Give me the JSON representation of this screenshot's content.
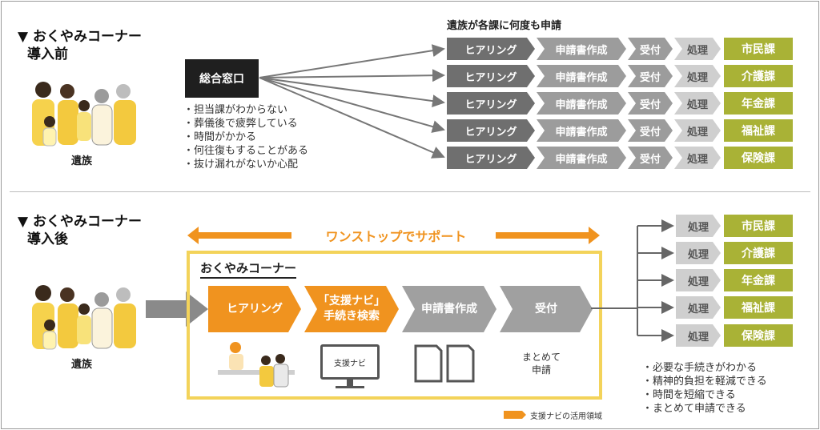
{
  "before": {
    "title_line1": "▼ おくやみコーナー",
    "title_line2": "導入前",
    "family_label": "遺族",
    "window_label": "総合窓口",
    "note": "遺族が各課に何度も申請",
    "issues": [
      "担当課がわからない",
      "葬儀後で疲弊している",
      "時間がかかる",
      "何往復もすることがある",
      "抜け漏れがないか心配"
    ],
    "steps": [
      "ヒアリング",
      "申請書作成",
      "受付",
      "処理"
    ],
    "departments": [
      "市民課",
      "介護課",
      "年金課",
      "福祉課",
      "保険課"
    ]
  },
  "after": {
    "title_line1": "▼ おくやみコーナー",
    "title_line2": "導入後",
    "family_label": "遺族",
    "one_stop": "ワンストップでサポート",
    "corner_title": "おくやみコーナー",
    "steps": [
      {
        "line1": "ヒアリング",
        "line2": ""
      },
      {
        "line1": "「支援ナビ」",
        "line2": "手続き検索"
      },
      {
        "line1": "申請書作成",
        "line2": ""
      },
      {
        "line1": "受付",
        "line2": ""
      }
    ],
    "monitor_label": "支援ナビ",
    "summary_line1": "まとめて",
    "summary_line2": "申請",
    "process_label": "処理",
    "departments": [
      "市民課",
      "介護課",
      "年金課",
      "福祉課",
      "保険課"
    ],
    "benefits": [
      "必要な手続きがわかる",
      "精神的負担を軽減できる",
      "時間を短縮できる",
      "まとめて申請できる"
    ],
    "legend": "支援ナビの活用領域"
  },
  "colors": {
    "orange": "#f0931f",
    "olive": "#a9b236",
    "corner_border": "#f3d35a",
    "dark_gray": "#6f6f6f",
    "light_gray": "#cfcfcf"
  }
}
